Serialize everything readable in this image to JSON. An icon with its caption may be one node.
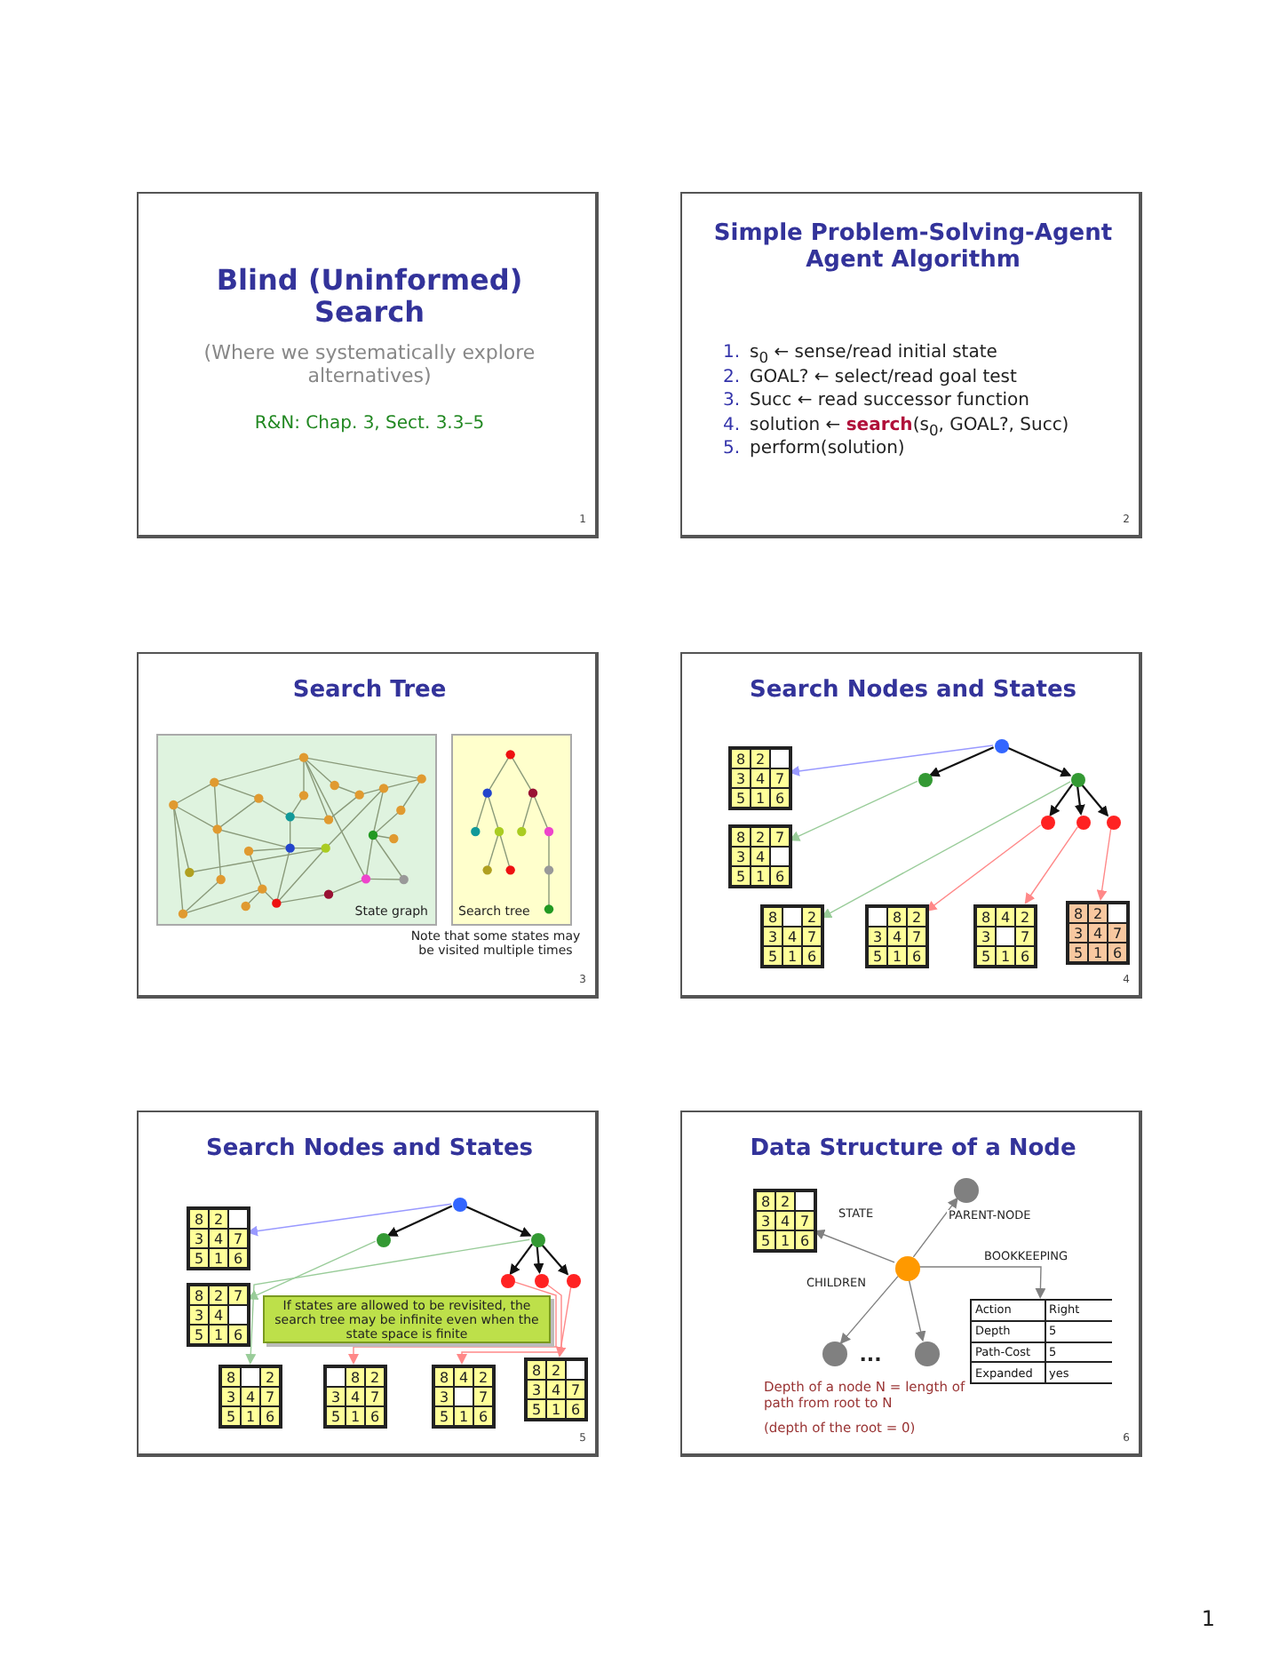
{
  "diagram": {
    "nodes": [
      {
        "text": [
          "Blind (Uninformed) Search",
          "(Where we systematically explore alternatives)",
          "R&N: Chap. 3, Sect. 3.3–5"
        ]
      },
      {
        "text": [
          "Simple Problem-Solving-Agent Agent Algorithm"
        ]
      },
      {
        "text": [
          "Search Tree"
        ]
      },
      {
        "text": [
          "State graph"
        ],
        "in": 2
      },
      {
        "text": [
          "Search tree"
        ],
        "in": 2
      },
      {
        "text": [
          "Search Nodes and States"
        ]
      },
      {
        "text": [],
        "shape": "circle",
        "in": 5
      },
      {
        "text": [],
        "shape": "circle",
        "in": 5
      },
      {
        "text": [],
        "shape": "circle",
        "in": 5
      },
      {
        "text": [],
        "shape": "circle",
        "in": 5
      },
      {
        "text": [],
        "shape": "circle",
        "in": 5
      },
      {
        "text": [],
        "shape": "circle",
        "in": 5
      },
      {
        "text": [
          "8",
          "2",
          "3",
          "4",
          "7",
          "5",
          "1",
          "6"
        ],
        "in": 5
      },
      {
        "text": [
          "8",
          "2",
          "7",
          "3",
          "4",
          "5",
          "1",
          "6"
        ],
        "in": 5
      },
      {
        "text": [
          "8",
          "2",
          "3",
          "4",
          "7",
          "5",
          "1",
          "6"
        ],
        "in": 5
      },
      {
        "text": [
          "8",
          "2",
          "3",
          "4",
          "7",
          "5",
          "1",
          "6"
        ],
        "in": 5
      },
      {
        "text": [
          "8",
          "4",
          "2",
          "3",
          "7",
          "5",
          "1",
          "6"
        ],
        "in": 5
      },
      {
        "text": [
          "8",
          "2",
          "3",
          "4",
          "7",
          "5",
          "1",
          "6"
        ],
        "in": 5
      },
      {
        "text": [
          "Search Nodes and States"
        ]
      },
      {
        "text": [],
        "shape": "circle",
        "in": 18
      },
      {
        "text": [],
        "shape": "circle",
        "in": 18
      },
      {
        "text": [],
        "shape": "circle",
        "in": 18
      },
      {
        "text": [],
        "shape": "circle",
        "in": 18
      },
      {
        "text": [],
        "shape": "circle",
        "in": 18
      },
      {
        "text": [],
        "shape": "circle",
        "in": 18
      },
      {
        "text": [
          "8",
          "2",
          "3",
          "4",
          "7",
          "5",
          "1",
          "6"
        ],
        "in": 18
      },
      {
        "text": [
          "8",
          "2",
          "7",
          "3",
          "4",
          "5",
          "1",
          "6"
        ],
        "in": 18
      },
      {
        "text": [
          "8",
          "2",
          "3",
          "4",
          "7",
          "5",
          "1",
          "6"
        ],
        "in": 18
      },
      {
        "text": [
          "8",
          "2",
          "3",
          "4",
          "7",
          "5",
          "1",
          "6"
        ],
        "in": 18
      },
      {
        "text": [
          "8",
          "4",
          "2",
          "3",
          "7",
          "5",
          "1",
          "6"
        ],
        "in": 18
      },
      {
        "text": [
          "8",
          "2",
          "3",
          "4",
          "7",
          "5",
          "1",
          "6"
        ],
        "in": 18
      },
      {
        "text": [
          "If states are allowed to be revisited, the search tree may be infinite even when the state space is finite"
        ],
        "in": 18
      },
      {
        "text": [
          "Data Structure of a Node"
        ]
      },
      {
        "text": [
          "8",
          "2",
          "3",
          "4",
          "7",
          "5",
          "1",
          "6"
        ],
        "in": 32
      },
      {
        "text": [],
        "shape": "circle",
        "in": 32
      },
      {
        "text": [],
        "shape": "circle",
        "in": 32
      },
      {
        "text": [],
        "shape": "circle",
        "in": 32
      },
      {
        "text": [],
        "shape": "circle",
        "in": 32
      },
      {
        "text": [
          "Action",
          "Right",
          "Depth",
          "5",
          "Path-Cost",
          "5",
          "Expanded",
          "yes"
        ],
        "in": 32
      }
    ],
    "edges": [
      {
        "from": 6,
        "to": 7,
        "arrow": "to"
      },
      {
        "from": 6,
        "to": 8,
        "arrow": "to"
      },
      {
        "from": 8,
        "to": 9,
        "arrow": "to"
      },
      {
        "from": 8,
        "to": 10,
        "arrow": "to"
      },
      {
        "from": 8,
        "to": 11,
        "arrow": "to"
      },
      {
        "from": 6,
        "to": 12,
        "arrow": "to",
        "color": "#9999ff"
      },
      {
        "from": 7,
        "to": 13,
        "arrow": "to",
        "color": "#99cc99"
      },
      {
        "from": 8,
        "to": 14,
        "arrow": "to",
        "color": "#99cc99"
      },
      {
        "from": 9,
        "to": 15,
        "arrow": "to",
        "color": "#ff8888"
      },
      {
        "from": 10,
        "to": 16,
        "arrow": "to",
        "color": "#ff8888"
      },
      {
        "from": 11,
        "to": 17,
        "arrow": "to",
        "color": "#ff8888"
      },
      {
        "from": 19,
        "to": 20,
        "arrow": "to"
      },
      {
        "from": 19,
        "to": 21,
        "arrow": "to"
      },
      {
        "from": 21,
        "to": 22,
        "arrow": "to"
      },
      {
        "from": 21,
        "to": 23,
        "arrow": "to"
      },
      {
        "from": 21,
        "to": 24,
        "arrow": "to"
      },
      {
        "from": 19,
        "to": 25,
        "arrow": "to",
        "color": "#9999ff"
      },
      {
        "from": 20,
        "to": 26,
        "arrow": "to",
        "color": "#99cc99"
      },
      {
        "from": 21,
        "to": 27,
        "arrow": "to",
        "color": "#99cc99"
      },
      {
        "from": 22,
        "to": 28,
        "arrow": "to",
        "color": "#ff8888"
      },
      {
        "from": 23,
        "to": 29,
        "arrow": "to",
        "color": "#ff8888"
      },
      {
        "from": 24,
        "to": 30,
        "arrow": "to",
        "color": "#ff8888"
      },
      {
        "from": 35,
        "to": 33,
        "arrow": "to",
        "label": "STATE",
        "color": "#808080"
      },
      {
        "from": 35,
        "to": 34,
        "arrow": "to",
        "label": "PARENT-NODE",
        "color": "#808080"
      },
      {
        "from": 35,
        "to": 36,
        "arrow": "to",
        "label": "CHILDREN",
        "color": "#808080"
      },
      {
        "from": 35,
        "to": 37,
        "arrow": "to",
        "color": "#808080"
      },
      {
        "from": 35,
        "to": 38,
        "arrow": "to",
        "label": "BOOKKEEPING",
        "color": "#808080"
      }
    ],
    "labels": [
      "1.",
      "s$_{0}$ ← sense/read initial state",
      "2.",
      "GOAL? ← select/read goal test",
      "3.",
      "Succ ← read successor function",
      "4.",
      "solution ← **search**(s$_{0}$, GOAL?, Succ)",
      "5.",
      "perform(solution)",
      "1",
      "2",
      "Note that some states may be visited multiple times",
      "3",
      "4",
      "5",
      "...",
      "Depth of a node N = length of path from root to N",
      "(depth of the root = 0)",
      "6",
      "1"
    ]
  }
}
